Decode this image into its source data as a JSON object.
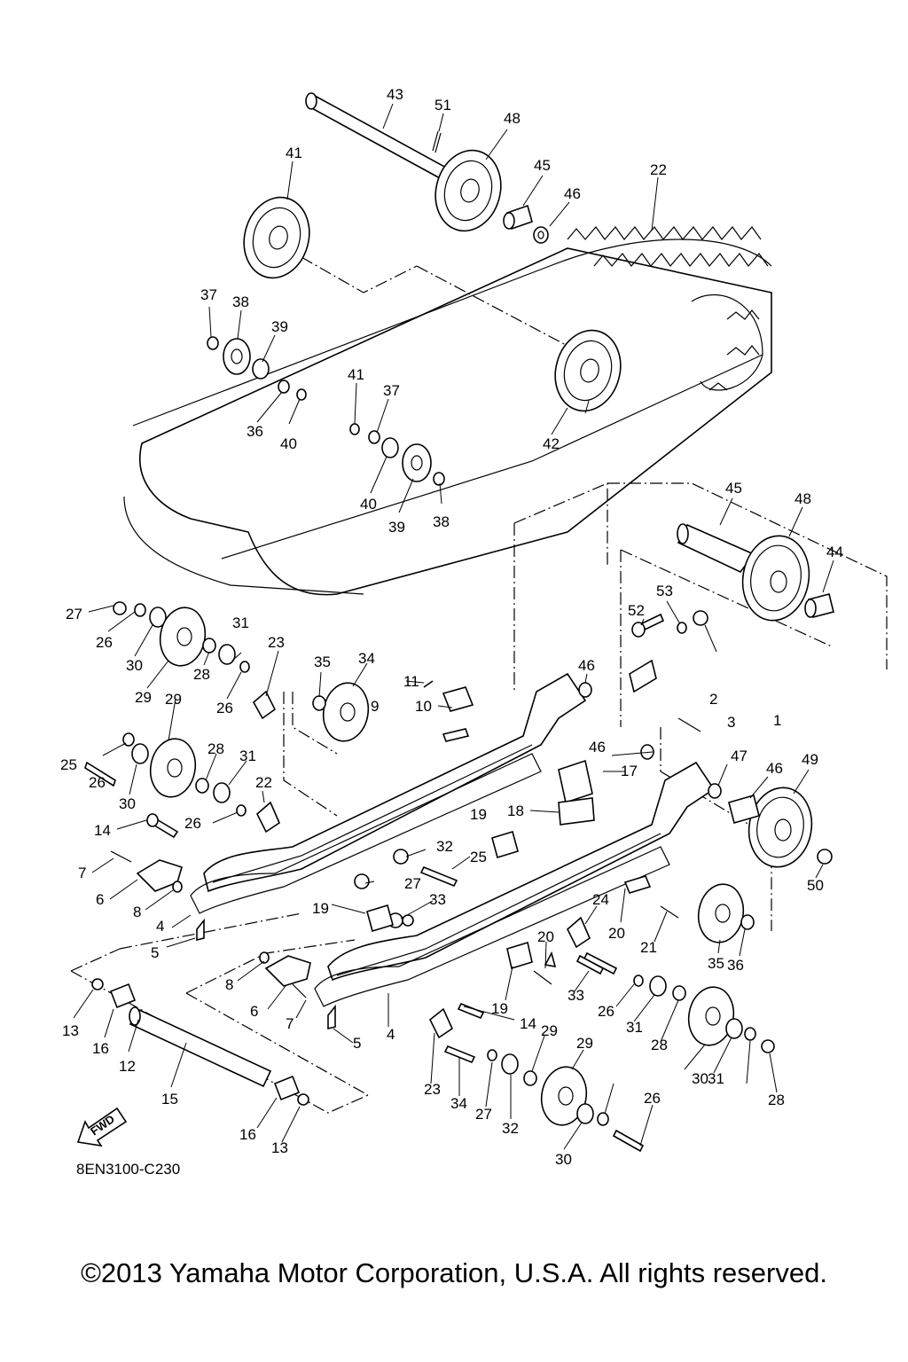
{
  "diagram": {
    "code": "8EN3100-C230",
    "fwd_label": "FWD",
    "callouts": [
      "1",
      "2",
      "3",
      "4",
      "4",
      "5",
      "5",
      "6",
      "6",
      "7",
      "7",
      "8",
      "8",
      "9",
      "10",
      "11",
      "12",
      "13",
      "13",
      "14",
      "14",
      "15",
      "16",
      "16",
      "17",
      "18",
      "19",
      "19",
      "19",
      "20",
      "20",
      "21",
      "22",
      "22",
      "23",
      "23",
      "24",
      "25",
      "25",
      "26",
      "26",
      "26",
      "26",
      "26",
      "26",
      "27",
      "27",
      "27",
      "28",
      "28",
      "28",
      "28",
      "29",
      "29",
      "29",
      "29",
      "30",
      "30",
      "30",
      "30",
      "31",
      "31",
      "31",
      "31",
      "32",
      "32",
      "33",
      "33",
      "34",
      "34",
      "35",
      "35",
      "36",
      "36",
      "37",
      "37",
      "38",
      "38",
      "39",
      "39",
      "40",
      "40",
      "41",
      "41",
      "42",
      "43",
      "44",
      "45",
      "45",
      "46",
      "46",
      "46",
      "46",
      "47",
      "48",
      "48",
      "49",
      "50",
      "51",
      "52",
      "53"
    ]
  },
  "footer": {
    "copyright": "©2013 Yamaha Motor Corporation, U.S.A. All rights reserved."
  }
}
